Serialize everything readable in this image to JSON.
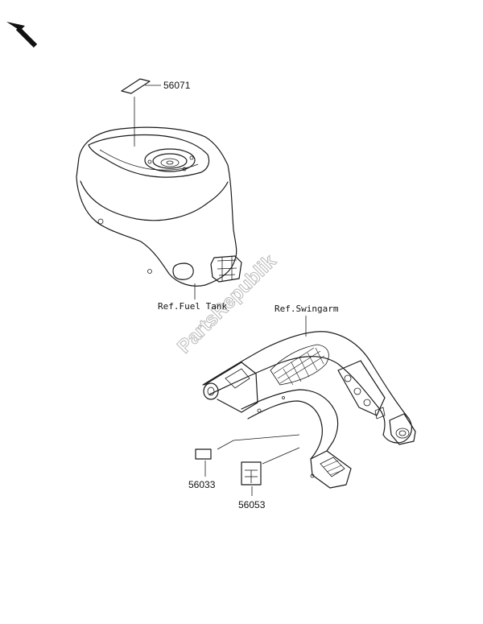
{
  "parts": {
    "label_56071": "56071",
    "label_56033": "56033",
    "label_56053": "56053"
  },
  "references": {
    "fuel_tank": "Ref.Fuel Tank",
    "swingarm": "Ref.Swingarm"
  },
  "watermark": "PartsRepublik",
  "icons": {
    "direction": "front-direction-arrow-icon"
  }
}
